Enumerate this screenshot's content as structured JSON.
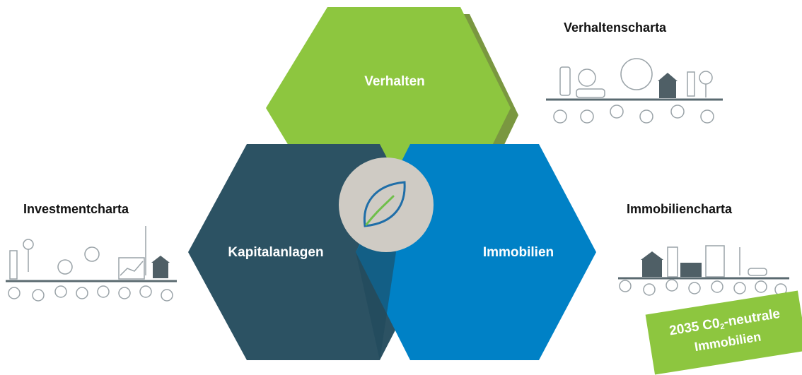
{
  "center": {
    "top_label": "Verhalten",
    "left_label": "Kapitalanlagen",
    "right_label": "Immobilien",
    "icon": "leaf-icon"
  },
  "chartas": {
    "top_right": "Verhaltenscharta",
    "left": "Investmentcharta",
    "right": "Immobiliencharta"
  },
  "badge": {
    "year_prefix": "2035 C0",
    "subscript": "2",
    "suffix": "-neutrale",
    "line2": "Immobilien"
  },
  "colors": {
    "green": "#8dc63f",
    "dark_teal": "#2c5263",
    "blue": "#0081c6",
    "center_circle": "#cfcbc4"
  }
}
